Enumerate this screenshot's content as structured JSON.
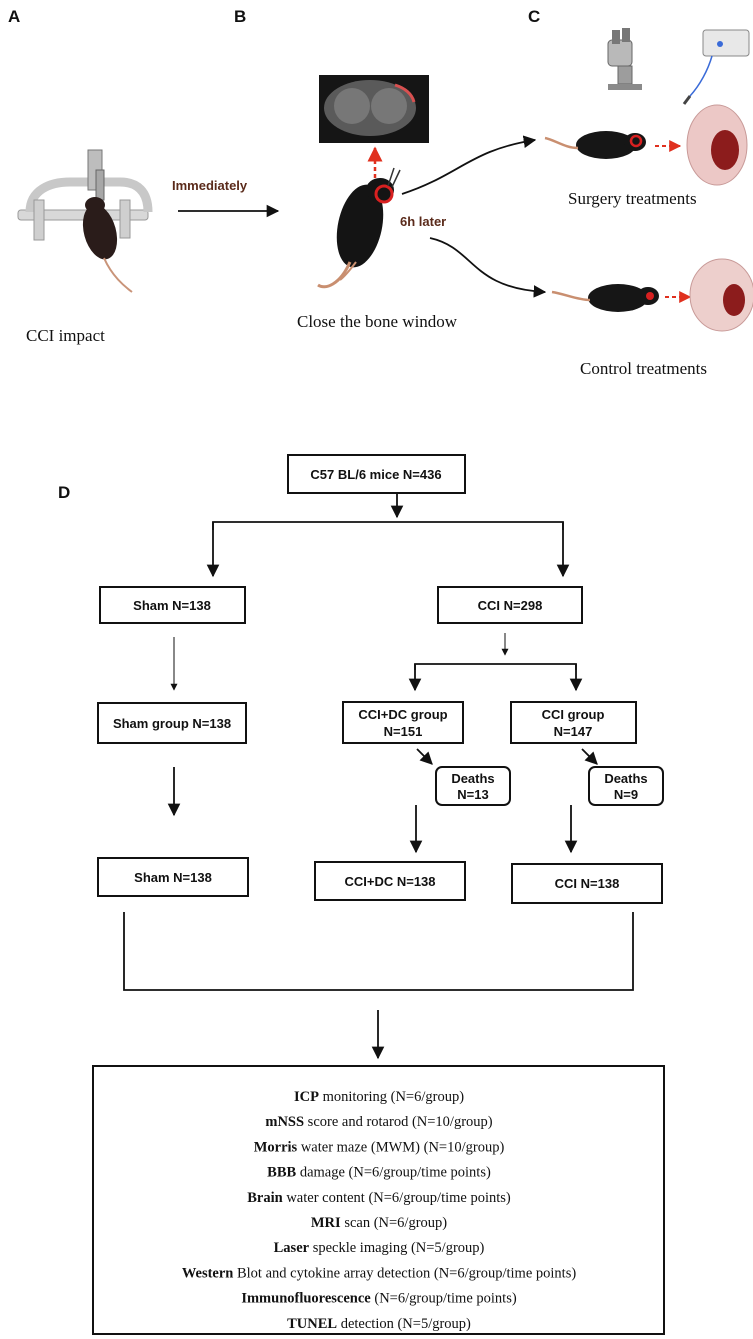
{
  "panels": {
    "a": {
      "letter": "A",
      "caption": "CCI impact"
    },
    "b": {
      "letter": "B",
      "caption": "Close the bone window"
    },
    "c": {
      "letter": "C",
      "surgery_caption": "Surgery treatments",
      "control_caption": "Control treatments"
    },
    "d": {
      "letter": "D"
    }
  },
  "arrows": {
    "immediately": "Immediately",
    "six_hours": "6h later"
  },
  "flowchart": {
    "root": "C57 BL/6 mice   N=436",
    "sham": "Sham    N=138",
    "cci": "CCI    N=298",
    "sham_group": "Sham  group  N=138",
    "ccidc_group_line1": "CCI+DC   group",
    "ccidc_group_line2": "N=151",
    "cci_group_line1": "CCI    group",
    "cci_group_line2": "N=147",
    "deaths_left_line1": "Deaths",
    "deaths_left_line2": "N=13",
    "deaths_right_line1": "Deaths",
    "deaths_right_line2": "N=9",
    "sham_final": "Sham     N=138",
    "ccidc_final": "CCI+DC     N=138",
    "cci_final": "CCI     N=138"
  },
  "outcomes": [
    {
      "bold": "ICP",
      "rest": " monitoring (N=6/group)"
    },
    {
      "bold": "mNSS",
      "rest": " score and rotarod (N=10/group)"
    },
    {
      "bold": "Morris",
      "rest": " water maze (MWM) (N=10/group)"
    },
    {
      "bold": "BBB",
      "rest": " damage (N=6/group/time points)"
    },
    {
      "bold": "Brain",
      "rest": " water content  (N=6/group/time points)"
    },
    {
      "bold": "MRI",
      "rest": " scan (N=6/group)"
    },
    {
      "bold": "Laser",
      "rest": " speckle imaging (N=5/group)"
    },
    {
      "bold": "Western",
      "rest": " Blot and cytokine array detection (N=6/group/time points)"
    },
    {
      "bold": "Immunofluorescence",
      "rest": "  (N=6/group/time points)"
    },
    {
      "bold": "TUNEL",
      "rest": " detection  (N=5/group)"
    }
  ]
}
